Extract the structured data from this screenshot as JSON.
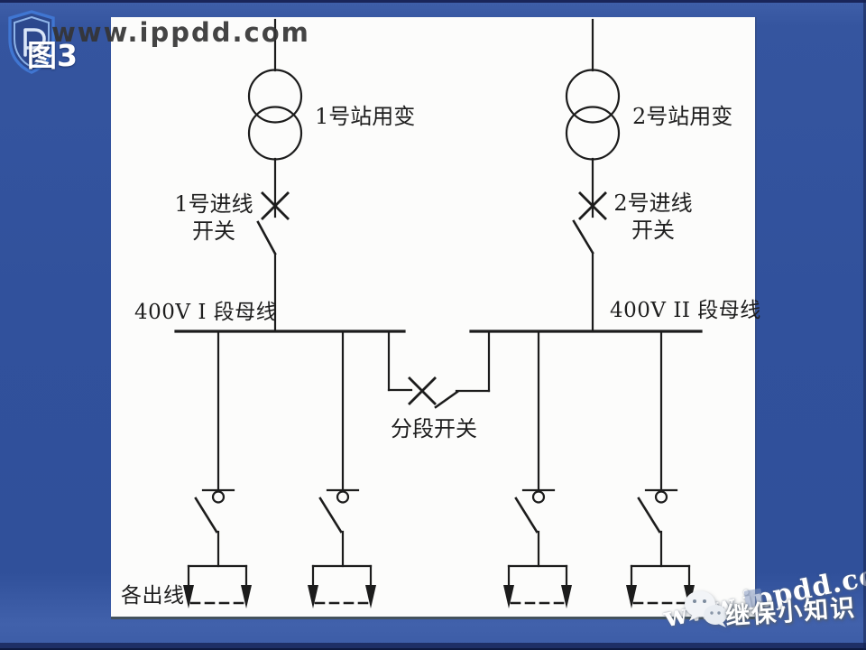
{
  "slide": {
    "figure_label": "图3",
    "watermark_top": "www.ippdd.com",
    "watermark_bottom": "www.ippdd.com",
    "wechat_account_name": "继保小知识"
  },
  "diagram": {
    "transformer1_label": "1号站用变",
    "transformer2_label": "2号站用变",
    "incoming1_line1": "1号进线",
    "incoming1_line2": "开关",
    "incoming2_line1": "2号进线",
    "incoming2_line2": "开关",
    "bus1_label": "400V I 段母线",
    "bus2_label": "400V II 段母线",
    "tie_switch_label": "分段开关",
    "outgoing_label": "各出线"
  },
  "colors": {
    "background": "#32529e",
    "panel": "#fcfcfb",
    "line": "#1c1c1c",
    "top_watermark": "#3a3a3a",
    "logo_stroke": "#4076d2",
    "white_text": "#ffffff"
  }
}
